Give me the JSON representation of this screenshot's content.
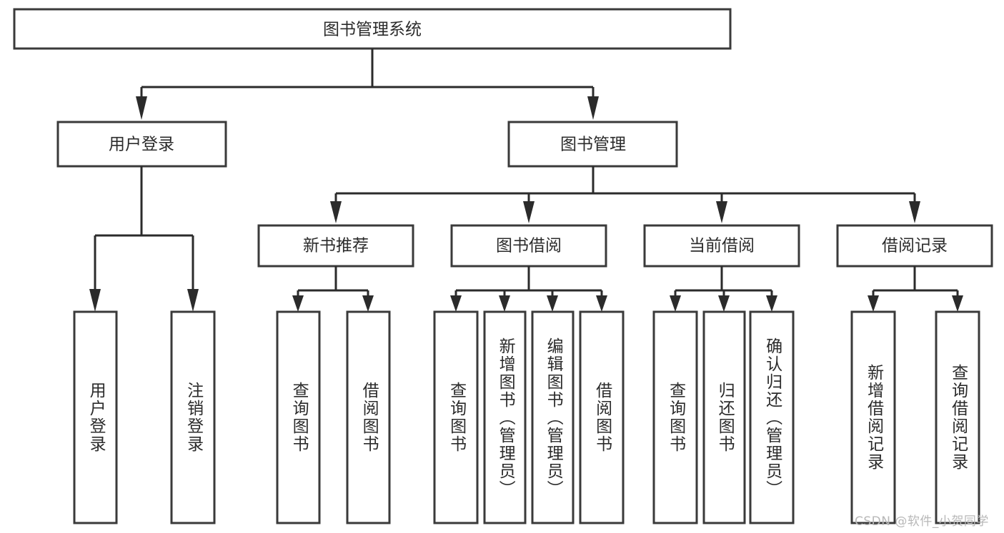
{
  "diagram": {
    "title": "图书管理系统",
    "type": "tree-hierarchy-diagram",
    "colors": {
      "box_stroke": "#3a3a3a",
      "connector": "#2b2b2b",
      "text": "#2b2b2b",
      "background": "#ffffff",
      "watermark": "#b8b8b8"
    },
    "root": {
      "label": "图书管理系统"
    },
    "level2": [
      {
        "label": "用户登录"
      },
      {
        "label": "图书管理"
      }
    ],
    "level3": [
      {
        "label": "新书推荐"
      },
      {
        "label": "图书借阅"
      },
      {
        "label": "当前借阅"
      },
      {
        "label": "借阅记录"
      }
    ],
    "leaves": {
      "user_login": [
        {
          "label": "用户登录"
        },
        {
          "label": "注销登录"
        }
      ],
      "new_book_recommend": [
        {
          "label": "查询图书"
        },
        {
          "label": "借阅图书"
        }
      ],
      "book_borrow": [
        {
          "label": "查询图书"
        },
        {
          "label": "新增图书（管理员）"
        },
        {
          "label": "编辑图书（管理员）"
        },
        {
          "label": "借阅图书"
        }
      ],
      "current_borrow": [
        {
          "label": "查询图书"
        },
        {
          "label": "归还图书"
        },
        {
          "label": "确认归还（管理员）"
        }
      ],
      "borrow_record": [
        {
          "label": "新增借阅记录"
        },
        {
          "label": "查询借阅记录"
        }
      ]
    }
  },
  "watermark": {
    "text": "CSDN @软件_小贺同学"
  }
}
